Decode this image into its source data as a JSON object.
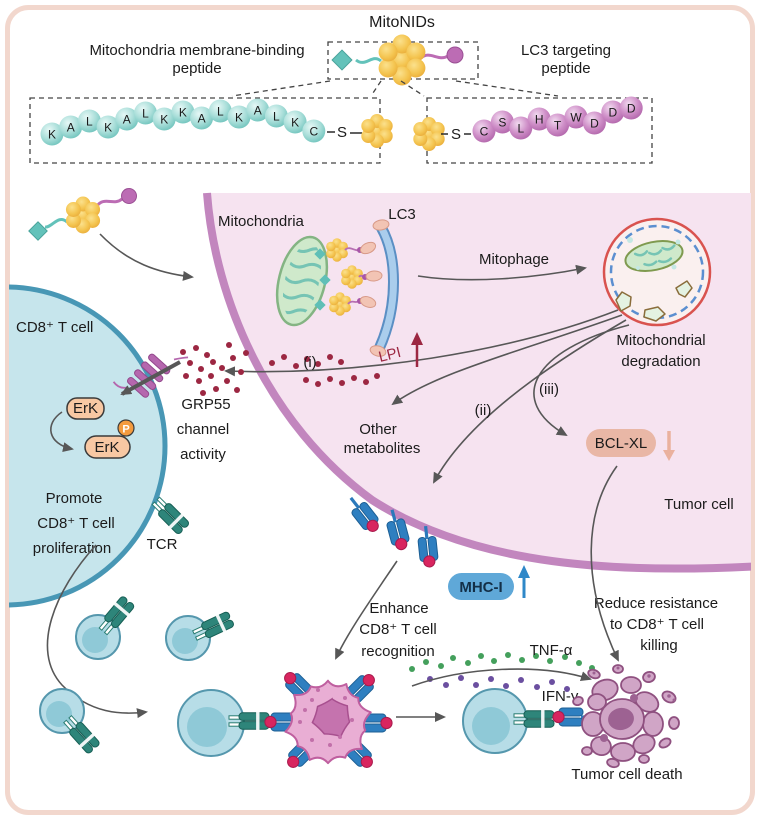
{
  "title": "MitoNIDs",
  "construct": {
    "left_label": [
      "Mitochondria membrane-binding",
      "peptide"
    ],
    "right_label": [
      "LC3 targeting",
      "peptide"
    ],
    "mito_sequence": "KALKALKKALKALKC",
    "lc3_sequence": "CSLHTWDDD",
    "linker": "S"
  },
  "tumor_cell": {
    "label": "Tumor cell",
    "mitochondria": "Mitochondria",
    "lc3": "LC3",
    "mitophagy": "Mitophage",
    "degradation": [
      "Mitochondrial",
      "degradation"
    ],
    "lpi": "LPI",
    "steps": [
      "(i)",
      "(ii)",
      "(iii)"
    ],
    "other_metabolites": [
      "Other",
      "metabolites"
    ],
    "bclxl": "BCL-XL",
    "mhc1": "MHC-I"
  },
  "t_cell": {
    "label": "CD8⁺ T cell",
    "erk": "ErK",
    "erk_p": "ErK",
    "phospho": "P",
    "grp55": [
      "GRP55",
      "channel",
      "activity"
    ],
    "promote": [
      "Promote",
      "CD8⁺ T cell",
      "proliferation"
    ],
    "tcr": "TCR"
  },
  "killing": {
    "enhance": [
      "Enhance",
      "CD8⁺ T cell",
      "recognition"
    ],
    "reduce": [
      "Reduce resistance",
      "to CD8⁺ T cell",
      "killing"
    ],
    "tnf": "TNF-α",
    "ifn": "IFN-γ",
    "death": "Tumor cell death"
  },
  "colors": {
    "frame_border": "#f2d7cd",
    "tumor_fill": "#f6e3f0",
    "tumor_stroke": "#c286be",
    "tcell_fill": "#c6e5ec",
    "tcell_stroke": "#4897b5",
    "small_cell_fill": "#b7dde7",
    "small_cell_stroke": "#5597ad",
    "nucleus": "#8fc9d7",
    "lpi_dot": "#9c2742",
    "tnf_dot": "#44a05c",
    "ifn_dot": "#6b4fa0",
    "mhc_box": "#5fa8d8",
    "mhc_arrow": "#2f88c8",
    "bcl_box": "#e9b7a6",
    "bcl_arrow": "#eab19e",
    "erk_fill": "#f8c8a3",
    "p_badge": "#f49b3f",
    "grp55_channel": "#b567ae",
    "gold": "#f4c44f",
    "teal_bead": "#9fd9d4",
    "purple_bead": "#cc8ac6",
    "arrow_gray": "#575757",
    "mito_green": "#cfe9cb",
    "deg_ring_red": "#d9534f",
    "deg_ring_blue": "#5b8fd0",
    "spiky_fill": "#e9aed4",
    "spiky_stroke": "#bf5f9f",
    "spiky_nucleus": "#c573ae",
    "dead_fill": "#d0a5c6",
    "dead_stroke": "#8f5180",
    "dead_dark": "#9d6292",
    "mhc_receptor": "#2e7fc0",
    "antigen_dot": "#d8255f",
    "tcr_receptor": "#2e857a",
    "lc3_arc": "#aacdec",
    "lc3_edge": "#5b8fc4",
    "lc3_oval": "#f2c4b4"
  }
}
